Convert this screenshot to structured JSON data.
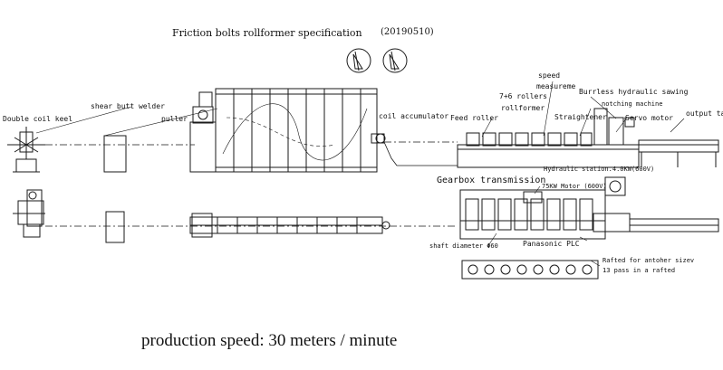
{
  "title": "Friction bolts rollformer specification",
  "date": "(20190510)",
  "labels": {
    "double_coil_keel": "Double coil keel",
    "shear_butt_welder": "shear butt welder",
    "puller": "puller",
    "coil_accumulator": "coil accumulator",
    "feed_roller": "Feed roller",
    "speed_measure_1": "speed",
    "speed_measure_2": "measureme",
    "rollers_1": "7+6 rollers",
    "rollers_2": "rollformer",
    "burrless_sawing": "Burrless hydraulic sawing",
    "notching_machine": "notching machine",
    "straightener": "Straightener",
    "servo_motor": "Servo motor",
    "output_table": "output table",
    "hydraulic_station": "Hydraulic station.4.0KW(600V)",
    "gearbox_transmission": "Gearbox transmission",
    "motor": "75KW Motor (600V)",
    "shaft_diameter": "shaft diameter  Φ60",
    "panasonic_plc": "Panasonic PLC",
    "rafted_1": "Rafted for antoher sizev",
    "rafted_2": "13 pass in a rafted"
  },
  "footer": "production speed: 30 meters / minute",
  "colors": {
    "line": "#1a1a1a",
    "background": "#ffffff"
  }
}
